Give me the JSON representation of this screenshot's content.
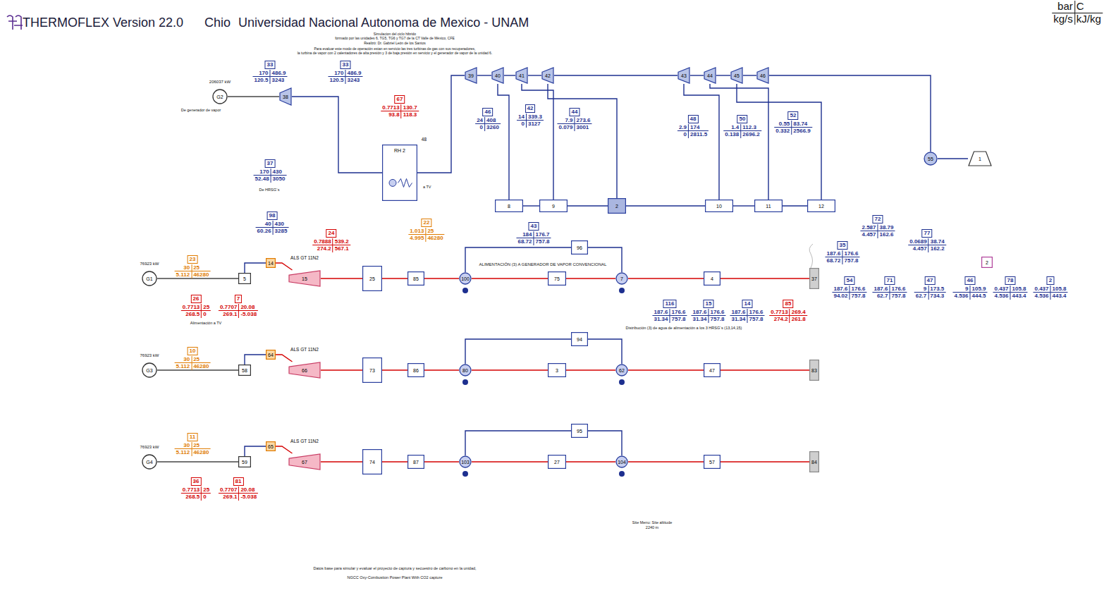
{
  "diagram": {
    "title": "Simulacion del ciclo hibrido",
    "nodes": [
      {
        "text": [
          "G2"
        ]
      },
      {
        "text": [
          "38"
        ]
      },
      {
        "text": [
          "39"
        ]
      },
      {
        "text": [
          "40"
        ]
      },
      {
        "text": [
          "41"
        ]
      },
      {
        "text": [
          "42"
        ]
      },
      {
        "text": [
          "43"
        ]
      },
      {
        "text": [
          "44"
        ]
      },
      {
        "text": [
          "45"
        ]
      },
      {
        "text": [
          "46"
        ]
      },
      {
        "text": [
          "48",
          "RH 2"
        ]
      },
      {
        "text": [
          "8"
        ]
      },
      {
        "text": [
          "9"
        ]
      },
      {
        "text": [
          "2"
        ]
      },
      {
        "text": [
          "10"
        ]
      },
      {
        "text": [
          "11"
        ]
      },
      {
        "text": [
          "12"
        ]
      },
      {
        "text": [
          "55"
        ]
      },
      {
        "text": [
          "1"
        ]
      },
      {
        "text": [
          "G1"
        ]
      },
      {
        "text": [
          "5"
        ]
      },
      {
        "text": [
          "14"
        ]
      },
      {
        "text": [
          "ALS GT 11N2",
          "15"
        ]
      },
      {
        "text": [
          "25"
        ]
      },
      {
        "text": [
          "85"
        ]
      },
      {
        "text": [
          "100"
        ]
      },
      {
        "text": [
          "75"
        ]
      },
      {
        "text": [
          "96"
        ]
      },
      {
        "text": [
          "7"
        ]
      },
      {
        "text": [
          "4"
        ]
      },
      {
        "text": [
          "37"
        ]
      },
      {
        "text": [
          "G3"
        ]
      },
      {
        "text": [
          "58"
        ]
      },
      {
        "text": [
          "64"
        ]
      },
      {
        "text": [
          "ALS GT 11N2",
          "66"
        ]
      },
      {
        "text": [
          "73"
        ]
      },
      {
        "text": [
          "86"
        ]
      },
      {
        "text": [
          "80"
        ]
      },
      {
        "text": [
          "3"
        ]
      },
      {
        "text": [
          "94"
        ]
      },
      {
        "text": [
          "62"
        ]
      },
      {
        "text": [
          "47"
        ]
      },
      {
        "text": [
          "83"
        ]
      },
      {
        "text": [
          "G4"
        ]
      },
      {
        "text": [
          "59"
        ]
      },
      {
        "text": [
          "65"
        ]
      },
      {
        "text": [
          "ALS GT 11N2",
          "67"
        ]
      },
      {
        "text": [
          "74"
        ]
      },
      {
        "text": [
          "87"
        ]
      },
      {
        "text": [
          "103"
        ]
      },
      {
        "text": [
          "27"
        ]
      },
      {
        "text": [
          "95"
        ]
      },
      {
        "text": [
          "104"
        ]
      },
      {
        "text": [
          "57"
        ]
      },
      {
        "text": [
          "84"
        ]
      },
      {
        "text": [
          "2"
        ]
      }
    ],
    "edges": [
      {
        "from": 0,
        "to": 1,
        "arrow": "none"
      },
      {
        "from": 1,
        "to": 10,
        "arrow": "none"
      },
      {
        "from": 10,
        "to": 2,
        "arrow": "none"
      },
      {
        "from": 2,
        "to": 3,
        "arrow": "none"
      },
      {
        "from": 3,
        "to": 4,
        "arrow": "none"
      },
      {
        "from": 4,
        "to": 5,
        "arrow": "none"
      },
      {
        "from": 5,
        "to": 6,
        "arrow": "none"
      },
      {
        "from": 6,
        "to": 7,
        "arrow": "none"
      },
      {
        "from": 7,
        "to": 8,
        "arrow": "none"
      },
      {
        "from": 8,
        "to": 9,
        "arrow": "none"
      },
      {
        "from": 9,
        "to": 17,
        "arrow": "none"
      },
      {
        "from": 17,
        "to": 18,
        "arrow": "none"
      },
      {
        "from": 3,
        "to": 11,
        "arrow": "none"
      },
      {
        "from": 4,
        "to": 12,
        "arrow": "none"
      },
      {
        "from": 5,
        "to": 13,
        "arrow": "none"
      },
      {
        "from": 6,
        "to": 14,
        "arrow": "none"
      },
      {
        "from": 7,
        "to": 15,
        "arrow": "none"
      },
      {
        "from": 8,
        "to": 16,
        "arrow": "none"
      },
      {
        "from": 11,
        "to": 12,
        "arrow": "none"
      },
      {
        "from": 12,
        "to": 13,
        "arrow": "none"
      },
      {
        "from": 13,
        "to": 14,
        "arrow": "none"
      },
      {
        "from": 14,
        "to": 15,
        "arrow": "none"
      },
      {
        "from": 15,
        "to": 16,
        "arrow": "none"
      },
      {
        "from": 19,
        "to": 20,
        "arrow": "none"
      },
      {
        "from": 20,
        "to": 21,
        "arrow": "none"
      },
      {
        "from": 21,
        "to": 22,
        "arrow": "none"
      },
      {
        "from": 22,
        "to": 23,
        "arrow": "none"
      },
      {
        "from": 23,
        "to": 24,
        "arrow": "none"
      },
      {
        "from": 24,
        "to": 25,
        "arrow": "none"
      },
      {
        "from": 25,
        "to": 26,
        "arrow": "none"
      },
      {
        "from": 26,
        "to": 28,
        "arrow": "none"
      },
      {
        "from": 28,
        "to": 29,
        "arrow": "none"
      },
      {
        "from": 29,
        "to": 30,
        "arrow": "none"
      },
      {
        "from": 25,
        "to": 27,
        "arrow": "none"
      },
      {
        "from": 27,
        "to": 28,
        "arrow": "none"
      },
      {
        "from": 31,
        "to": 32,
        "arrow": "none"
      },
      {
        "from": 32,
        "to": 33,
        "arrow": "none"
      },
      {
        "from": 33,
        "to": 34,
        "arrow": "none"
      },
      {
        "from": 34,
        "to": 35,
        "arrow": "none"
      },
      {
        "from": 35,
        "to": 36,
        "arrow": "none"
      },
      {
        "from": 36,
        "to": 37,
        "arrow": "none"
      },
      {
        "from": 37,
        "to": 38,
        "arrow": "none"
      },
      {
        "from": 38,
        "to": 40,
        "arrow": "none"
      },
      {
        "from": 40,
        "to": 41,
        "arrow": "none"
      },
      {
        "from": 41,
        "to": 42,
        "arrow": "none"
      },
      {
        "from": 37,
        "to": 39,
        "arrow": "none"
      },
      {
        "from": 39,
        "to": 40,
        "arrow": "none"
      },
      {
        "from": 43,
        "to": 44,
        "arrow": "none"
      },
      {
        "from": 44,
        "to": 45,
        "arrow": "none"
      },
      {
        "from": 45,
        "to": 46,
        "arrow": "none"
      },
      {
        "from": 46,
        "to": 47,
        "arrow": "none"
      },
      {
        "from": 47,
        "to": 48,
        "arrow": "none"
      },
      {
        "from": 48,
        "to": 49,
        "arrow": "none"
      },
      {
        "from": 49,
        "to": 50,
        "arrow": "none"
      },
      {
        "from": 50,
        "to": 52,
        "arrow": "none"
      },
      {
        "from": 52,
        "to": 53,
        "arrow": "none"
      },
      {
        "from": 53,
        "to": 54,
        "arrow": "none"
      },
      {
        "from": 49,
        "to": 51,
        "arrow": "none"
      },
      {
        "from": 51,
        "to": 52,
        "arrow": "none"
      }
    ],
    "labels": [
      "THERMOFLEX Version 22.0",
      "Chio",
      "Universidad Nacional Autonoma de Mexico - UNAM",
      "bar",
      "C",
      "kg/s",
      "kJ/kg",
      "formado por las unidades 6, TG5, TG6 y TG7 de la CT Valle de México, CFE",
      "Realizó: Dr. Gabriel León de los Santos",
      "Para evaluar este modo de operación estan en servicio las tres turbinas de gas con sus recuperadores,",
      "la turbina de vapor con 2 calentadores de alta presión y 3 de baja presión en servicio y el generador de vapor de la unidad 6.",
      "206037 kW",
      "De generador de vapor",
      "De HRSG´s",
      "a TV",
      "ALIMENTACIÓN (3) A GENERADOR DE VAPOR CONVENCIONAL",
      "Distribución (3) de agua de alimentación a los 3 HRSG´s (13,14,15)",
      "Alimentación a TV",
      "76923 kW",
      "76923 kW",
      "76923 kW",
      "Site Menu: Site altitude",
      "2240 m",
      "Datos base para simular y evaluar el proyecto de captura y secuestro de carbono en la unidad,",
      "NGCC Oxy-Combustion Power Plant With CO2 capture",
      "33",
      "170",
      "486.9",
      "120.5",
      "3243",
      "33",
      "170",
      "486.9",
      "120.5",
      "3243",
      "37",
      "170",
      "430",
      "52.48",
      "3050",
      "98",
      "40",
      "430",
      "60.26",
      "3285",
      "67",
      "0.7713",
      "130.7",
      "93.8",
      "118.3",
      "46",
      "24",
      "408",
      "0",
      "3260",
      "42",
      "14",
      "339.3",
      "0",
      "3127",
      "44",
      "7.9",
      "273.6",
      "0.079",
      "3001",
      "48",
      "2.9",
      "174",
      "0",
      "2811.5",
      "50",
      "1.4",
      "112.3",
      "0.138",
      "2696.2",
      "52",
      "0.55",
      "83.74",
      "0.332",
      "2566.9",
      "43",
      "184",
      "176.7",
      "68.72",
      "757.8",
      "22",
      "1.013",
      "25",
      "4.995",
      "46280",
      "24",
      "0.7888",
      "539.2",
      "274.2",
      "567.1",
      "23",
      "30",
      "25",
      "5.112",
      "46280",
      "26",
      "0.7713",
      "25",
      "268.5",
      "0",
      "7",
      "0.7707",
      "20.08",
      "269.1",
      "-5.038",
      "72",
      "2.587",
      "38.79",
      "4.457",
      "162.6",
      "77",
      "0.0689",
      "38.74",
      "4.457",
      "162.2",
      "35",
      "187.6",
      "176.6",
      "68.72",
      "757.8",
      "54",
      "187.6",
      "176.6",
      "94.02",
      "757.8",
      "71",
      "187.6",
      "176.6",
      "62.7",
      "757.8",
      "47",
      "9",
      "173.5",
      "62.7",
      "734.3",
      "46",
      "9",
      "105.9",
      "4.536",
      "444.5",
      "78",
      "0.437",
      "105.8",
      "4.536",
      "443.4",
      "2",
      "0.437",
      "105.8",
      "4.536",
      "443.4",
      "85",
      "0.7713",
      "269.4",
      "274.2",
      "261.8",
      "116",
      "187.6",
      "176.6",
      "31.34",
      "757.8",
      "15",
      "187.6",
      "176.6",
      "31.34",
      "757.8",
      "14",
      "187.6",
      "176.6",
      "31.34",
      "757.8",
      "10",
      "30",
      "25",
      "5.112",
      "46280",
      "11",
      "30",
      "25",
      "5.112",
      "46280",
      "36",
      "0.7713",
      "25",
      "268.5",
      "0",
      "81",
      "0.7707",
      "20.08",
      "269.1",
      "-5.038"
    ]
  }
}
